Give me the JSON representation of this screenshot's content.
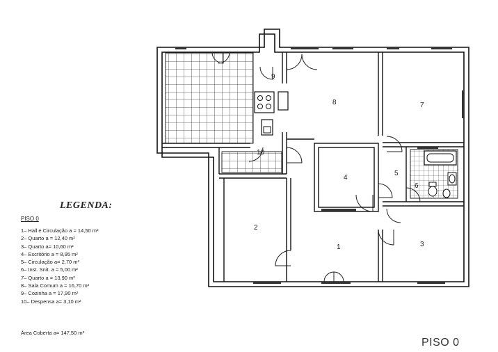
{
  "legend": {
    "title": "LEGENDA:",
    "floor": "PISO 0",
    "items": [
      "1– Hall e Circulação a = 14,50 m²",
      "2– Quarto a = 12,40 m²",
      "3– Quarto a= 10,60 m²",
      "4– Escritório a = 8,95 m²",
      "5– Circulação a= 2,70 m²",
      "6– Inst. Snit. a = 5,00 m²",
      "7– Quarto a = 13,90 m²",
      "8– Sala Comum a = 16,70 m²",
      "9– Cozinha a = 17,90 m²",
      "10– Despensa a= 3,10 m²"
    ],
    "covered_area": "Área Coberta a= 147,50 m²"
  },
  "floor_label": "PISO 0",
  "rooms": {
    "r1": "1",
    "r2": "2",
    "r3": "3",
    "r4": "4",
    "r5": "5",
    "r6": "6",
    "r7": "7",
    "r8": "8",
    "r9": "9",
    "r10": "10"
  }
}
